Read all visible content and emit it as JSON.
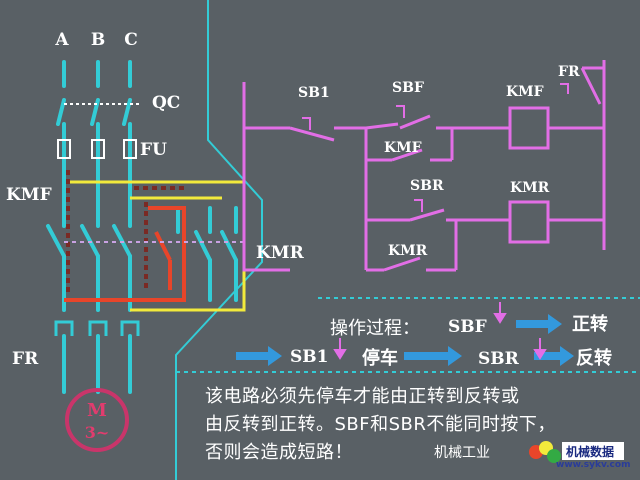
{
  "phase_labels": [
    "A",
    "B",
    "C"
  ],
  "power": {
    "qc": "QC",
    "fu": "FU",
    "kmf": "KMF",
    "kmr": "KMR",
    "fr": "FR",
    "motor": "M",
    "motor_sub": "3~"
  },
  "control": {
    "sb1": "SB1",
    "sbf": "SBF",
    "kmf_coil": "KMF",
    "fr": "FR",
    "kmf_contact": "KMF",
    "sbr": "SBR",
    "kmr_coil": "KMR",
    "kmr_contact": "KMR"
  },
  "operation": {
    "label": "操作过程：",
    "sbf": "SBF",
    "forward": "正转",
    "sb1": "SB1",
    "stop": "停车",
    "sbr": "SBR",
    "reverse": "反转"
  },
  "note": {
    "line1": "该电路必须先停车才能由正转到反转或",
    "line2": "由反转到正转。SBF和SBR不能同时按下，",
    "line3": "否则会造成短路！"
  },
  "watermark": {
    "text": "机械工业",
    "site": "www.sykv.com"
  },
  "colors": {
    "background": "#596065",
    "wire_power": "#33ccd6",
    "wire_control": "#e26ee6",
    "interlock_yellow": "#f2ea3c",
    "contact_red": "#e8452a",
    "dashed_dark": "#7a2a24",
    "motor_ring": "#c9356a",
    "arrow": "#3399dd"
  }
}
